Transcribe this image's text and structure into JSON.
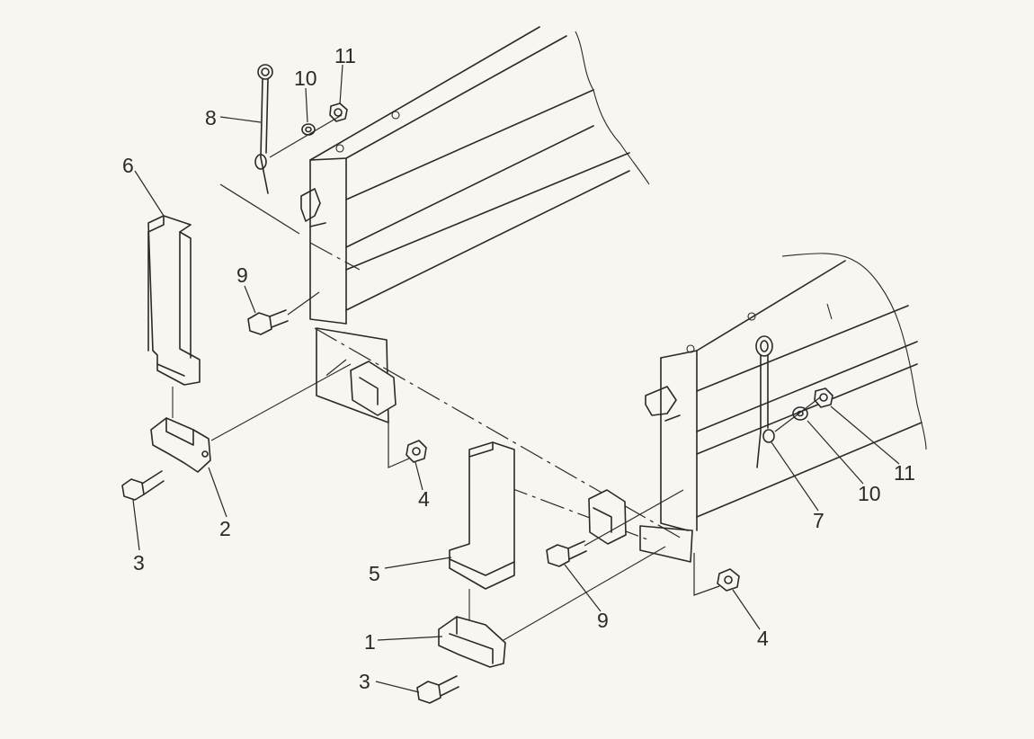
{
  "callouts": [
    {
      "id": "c11a",
      "text": "11"
    },
    {
      "id": "c10a",
      "text": "10"
    },
    {
      "id": "c8",
      "text": "8"
    },
    {
      "id": "c6",
      "text": "6"
    },
    {
      "id": "c9a",
      "text": "9"
    },
    {
      "id": "c2",
      "text": "2"
    },
    {
      "id": "c3a",
      "text": "3"
    },
    {
      "id": "c4a",
      "text": "4"
    },
    {
      "id": "c5",
      "text": "5"
    },
    {
      "id": "c1",
      "text": "1"
    },
    {
      "id": "c3b",
      "text": "3"
    },
    {
      "id": "c9b",
      "text": "9"
    },
    {
      "id": "c4b",
      "text": "4"
    },
    {
      "id": "c7",
      "text": "7"
    },
    {
      "id": "c10b",
      "text": "10"
    },
    {
      "id": "c11b",
      "text": "11"
    }
  ]
}
